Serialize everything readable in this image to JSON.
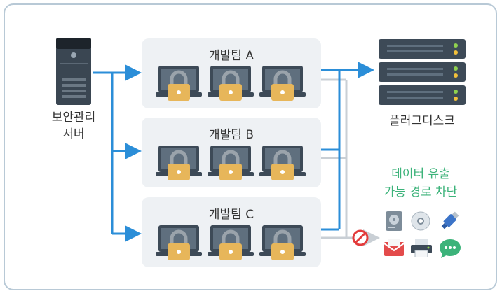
{
  "server": {
    "label_line1": "보안관리",
    "label_line2": "서버"
  },
  "teams": [
    {
      "name": "개발팀 A"
    },
    {
      "name": "개발팀 B"
    },
    {
      "name": "개발팀 C"
    }
  ],
  "storage": {
    "label": "플러그디스크"
  },
  "blocked": {
    "line1": "데이터 유출",
    "line2": "가능 경로 차단"
  },
  "colors": {
    "arrow": "#2b8ed8",
    "gray_line": "#c9cfd5",
    "green_text": "#3cb37a",
    "block_red": "#e33b3b"
  },
  "icons": [
    "hdd-icon",
    "cd-icon",
    "usb-icon",
    "email-icon",
    "printer-icon",
    "chat-icon"
  ]
}
